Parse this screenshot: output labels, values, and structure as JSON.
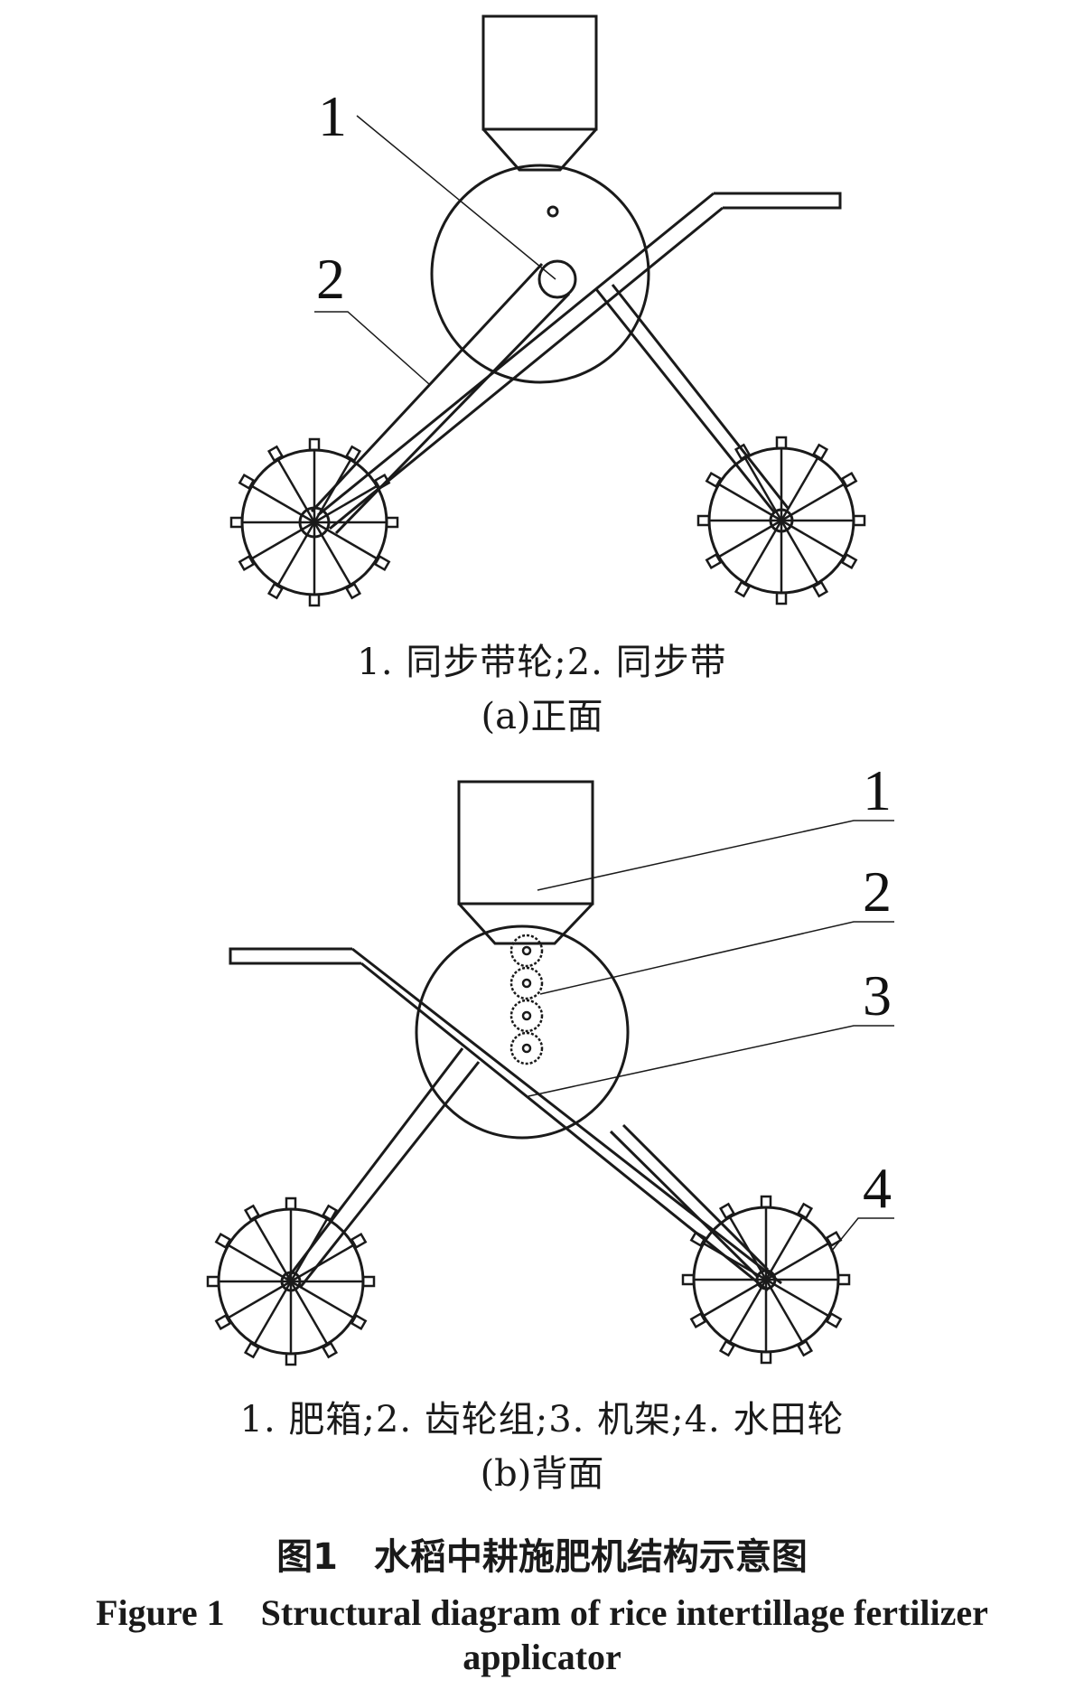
{
  "front": {
    "callouts": [
      "1",
      "2"
    ],
    "parts_caption": "1. 同步带轮;2. 同步带",
    "view_caption": "(a)正面"
  },
  "back": {
    "callouts": [
      "1",
      "2",
      "3",
      "4"
    ],
    "parts_caption": "1. 肥箱;2. 齿轮组;3. 机架;4. 水田轮",
    "view_caption": "(b)背面"
  },
  "figure": {
    "title_cn": "图1　水稻中耕施肥机结构示意图",
    "title_en_line1": "Figure 1　Structural diagram of rice intertillage fertilizer",
    "title_en_line2": "applicator"
  },
  "colors": {
    "line": "#1a1a1a",
    "text": "#1a1a1a"
  }
}
